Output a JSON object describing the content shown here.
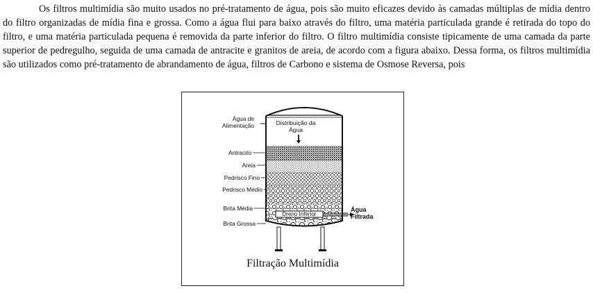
{
  "paragraph": {
    "text": "Os filtros multimídia são muito usados no pré-tratamento de água, pois são muito eficazes devido às camadas múltiplas de mídia dentro do filtro organizadas de mídia fina e grossa. Como a água flui para baixo através do filtro, uma matéria particulada grande é retirada do topo do filtro, e uma matéria particulada pequena é removida da parte inferior do filtro. O filtro multimídia consiste tipicamente de uma camada da parte superior de pedregulho, seguida de uma camada de antracite e granitos de areia, de acordo com a figura abaixo. Dessa forma, os filtros multimídia são utilizados como pré-tratamento de abrandamento de água, filtros de Carbono e sistema de Osmose Reversa, pois"
  },
  "figure": {
    "caption": "Filtração Multimídia",
    "inlet_line1": "Água de",
    "inlet_line2": "Alimentação",
    "distribution_line1": "Distribuição da",
    "distribution_line2": "Água",
    "layers": {
      "antracite": "Antracito",
      "areia": "Areia",
      "pedrisco_fino": "Pedrisco Fino",
      "pedrisco_medio": "Pedrisco Médio",
      "brita_media": "Brita Média",
      "brita_grossa": "Brita Grossa"
    },
    "drain": "Dreno Inferior",
    "outlet_line1": "Água",
    "outlet_line2": "Filtrada"
  }
}
